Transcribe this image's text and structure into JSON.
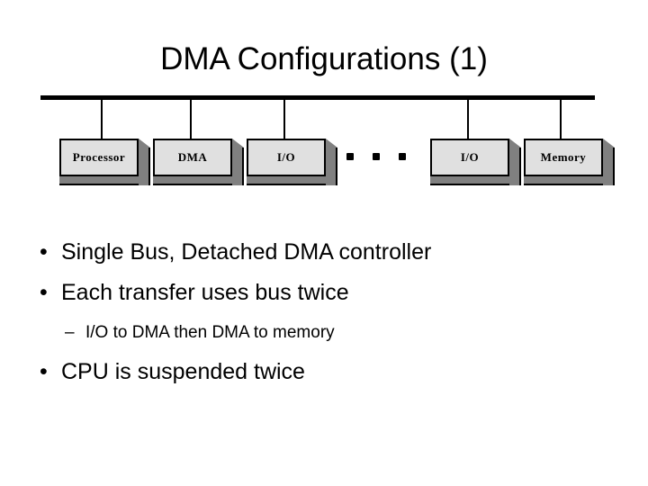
{
  "slide": {
    "title": "DMA Configurations (1)",
    "background_color": "#ffffff",
    "text_color": "#000000"
  },
  "diagram": {
    "name": "single-bus-detached-dma-diagram",
    "bus": {
      "label": "system-bus",
      "color": "#000000"
    },
    "ellipsis": "...",
    "nodes": [
      {
        "label": "Processor",
        "connected": true
      },
      {
        "label": "DMA",
        "connected": true
      },
      {
        "label": "I/O",
        "connected": true
      },
      {
        "label": "I/O",
        "connected": true
      },
      {
        "label": "Memory",
        "connected": true
      }
    ],
    "box_colors": {
      "face": "#e0e0e0",
      "side": "#808080",
      "border": "#000000"
    }
  },
  "body": {
    "bullet_marker": "•",
    "sub_bullet_marker": "–",
    "items": [
      {
        "level": 1,
        "text": "Single Bus, Detached DMA controller"
      },
      {
        "level": 1,
        "text": "Each transfer uses bus twice"
      },
      {
        "level": 2,
        "text": "I/O to DMA then DMA to memory"
      },
      {
        "level": 1,
        "text": "CPU is suspended twice"
      }
    ]
  }
}
